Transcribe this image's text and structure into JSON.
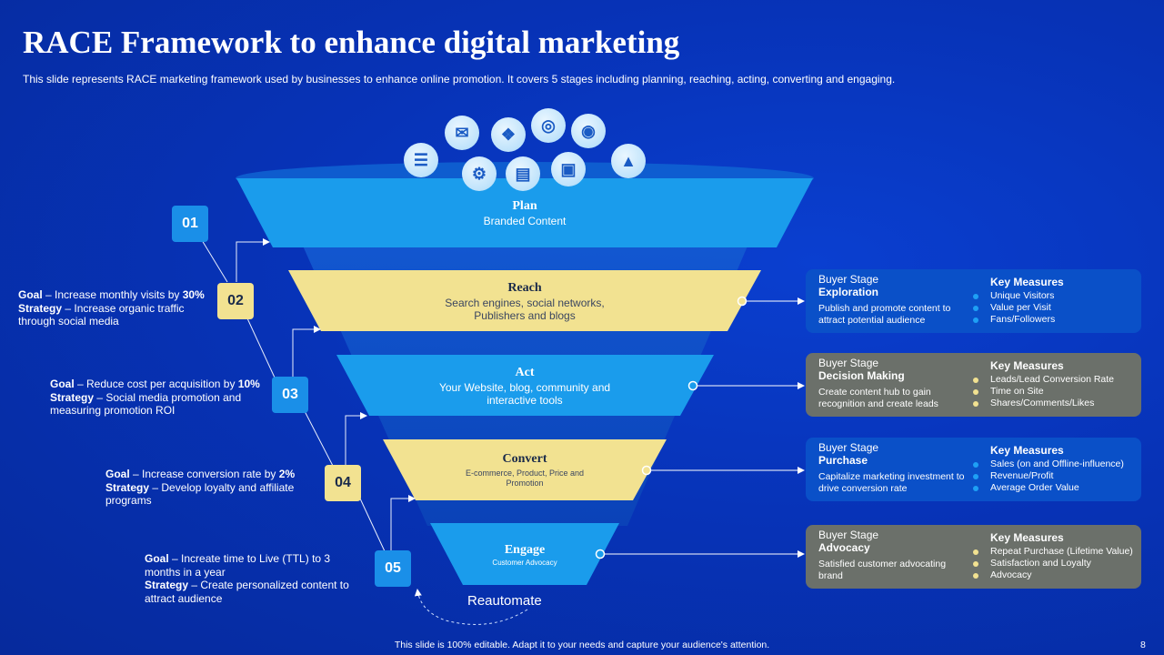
{
  "title": "RACE Framework to enhance digital marketing",
  "subtitle": "This slide represents RACE marketing framework used by businesses to enhance online promotion. It covers 5 stages including planning, reaching, acting, converting and engaging.",
  "footer": "This slide is 100% editable. Adapt it to your needs and capture your audience's attention.",
  "page_number": "8",
  "reautomate": "Reautomate",
  "colors": {
    "blue_stage": "#1a9cec",
    "yellow_stage": "#f2e291",
    "card_blue": "#0a50c8",
    "card_grey": "#6b706a"
  },
  "icons": [
    "checklist-icon",
    "head-gear-icon",
    "mail-icon",
    "puzzle-icon",
    "presentation-icon",
    "target-icon",
    "network-icon",
    "eye-icon",
    "growth-chart-icon"
  ],
  "stages": [
    {
      "name": "Plan",
      "desc": "Branded Content",
      "number": "01"
    },
    {
      "name": "Reach",
      "desc": "Search engines, social networks, Publishers and blogs",
      "number": "02"
    },
    {
      "name": "Act",
      "desc": "Your Website, blog, community and interactive tools",
      "number": "03"
    },
    {
      "name": "Convert",
      "desc": "E-commerce, Product, Price and Promotion",
      "number": "04"
    },
    {
      "name": "Engage",
      "desc": "Customer Advocacy",
      "number": "05"
    }
  ],
  "goals": [
    {
      "goal_label": "Goal",
      "goal_text": "Increase monthly visits by",
      "goal_value": "30%",
      "strategy_label": "Strategy",
      "strategy_text": "Increase organic traffic through social media"
    },
    {
      "goal_label": "Goal",
      "goal_text": "Reduce cost per acquisition by",
      "goal_value": "10%",
      "strategy_label": "Strategy",
      "strategy_text": "Social media promotion and measuring promotion ROI"
    },
    {
      "goal_label": "Goal",
      "goal_text": "Increase conversion rate by",
      "goal_value": "2%",
      "strategy_label": "Strategy",
      "strategy_text": "Develop loyalty and affiliate programs"
    },
    {
      "goal_label": "Goal",
      "goal_text": "Increate time to Live (TTL) to 3 months in a year",
      "goal_value": "",
      "strategy_label": "Strategy",
      "strategy_text": "Create personalized content to attract audience"
    }
  ],
  "cards": [
    {
      "buyer_stage_label": "Buyer Stage",
      "buyer_stage": "Exploration",
      "desc": "Publish and promote content to attract potential audience",
      "km_title": "Key Measures",
      "measures": [
        "Unique Visitors",
        "Value per Visit",
        "Fans/Followers"
      ]
    },
    {
      "buyer_stage_label": "Buyer Stage",
      "buyer_stage": "Decision Making",
      "desc": "Create content hub to gain recognition and create leads",
      "km_title": "Key Measures",
      "measures": [
        "Leads/Lead Conversion Rate",
        "Time on Site",
        "Shares/Comments/Likes"
      ]
    },
    {
      "buyer_stage_label": "Buyer Stage",
      "buyer_stage": "Purchase",
      "desc": "Capitalize marketing investment to drive conversion rate",
      "km_title": "Key Measures",
      "measures": [
        "Sales (on and Offline-influence)",
        "Revenue/Profit",
        "Average Order Value"
      ]
    },
    {
      "buyer_stage_label": "Buyer Stage",
      "buyer_stage": "Advocacy",
      "desc": "Satisfied customer advocating brand",
      "km_title": "Key Measures",
      "measures": [
        "Repeat Purchase (Lifetime Value)",
        "Satisfaction and Loyalty",
        "Advocacy"
      ]
    }
  ]
}
